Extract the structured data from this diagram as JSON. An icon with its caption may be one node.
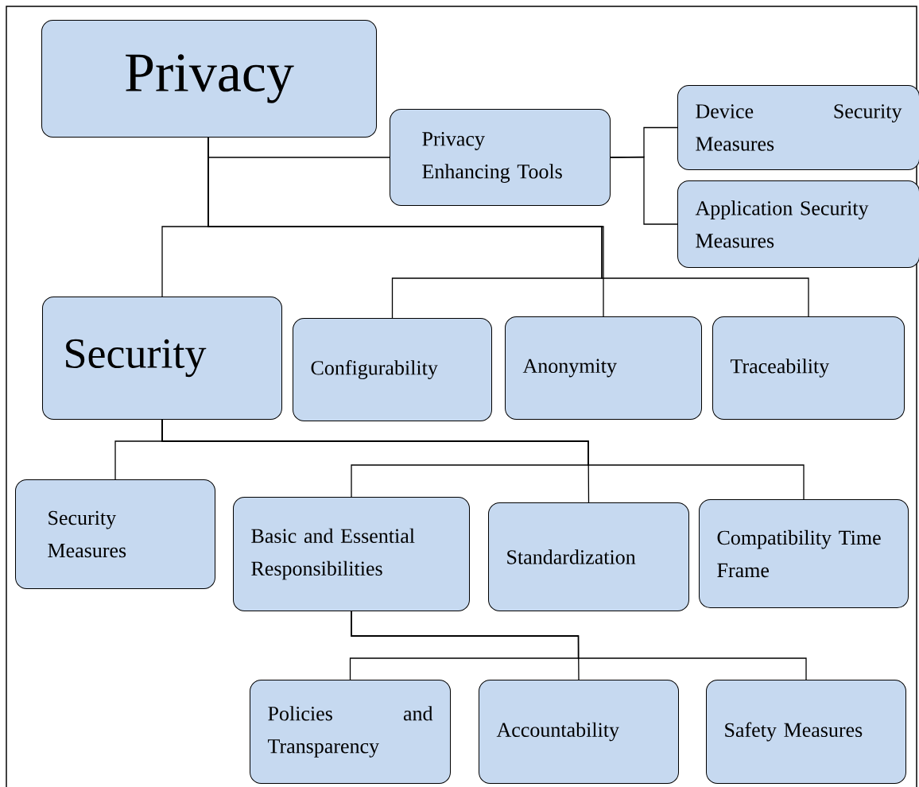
{
  "diagram": {
    "nodes": [
      {
        "text": [
          "Privacy"
        ]
      },
      {
        "text": [
          "Privacy Enhancing Tools"
        ]
      },
      {
        "text": [
          "Device Security Measures"
        ]
      },
      {
        "text": [
          "Application Security Measures"
        ]
      },
      {
        "text": [
          "Security"
        ]
      },
      {
        "text": [
          "Configurability"
        ]
      },
      {
        "text": [
          "Anonymity"
        ]
      },
      {
        "text": [
          "Traceability"
        ]
      },
      {
        "text": [
          "Security Measures"
        ]
      },
      {
        "text": [
          "Basic and Essential Responsibilities"
        ]
      },
      {
        "text": [
          "Standardization"
        ]
      },
      {
        "text": [
          "Compatibility Time Frame"
        ]
      },
      {
        "text": [
          "Policies and Transparency"
        ]
      },
      {
        "text": [
          "Accountability"
        ]
      },
      {
        "text": [
          "Safety Measures"
        ]
      }
    ],
    "edges": [
      {
        "from": 0,
        "to": 1,
        "arrow": "none"
      },
      {
        "from": 0,
        "to": 4,
        "arrow": "none"
      },
      {
        "from": 0,
        "to": 5,
        "arrow": "none"
      },
      {
        "from": 0,
        "to": 6,
        "arrow": "none"
      },
      {
        "from": 0,
        "to": 7,
        "arrow": "none"
      },
      {
        "from": 1,
        "to": 2,
        "arrow": "none"
      },
      {
        "from": 1,
        "to": 3,
        "arrow": "none"
      },
      {
        "from": 4,
        "to": 8,
        "arrow": "none"
      },
      {
        "from": 4,
        "to": 9,
        "arrow": "none"
      },
      {
        "from": 4,
        "to": 10,
        "arrow": "none"
      },
      {
        "from": 4,
        "to": 11,
        "arrow": "none"
      },
      {
        "from": 9,
        "to": 12,
        "arrow": "none"
      },
      {
        "from": 9,
        "to": 13,
        "arrow": "none"
      },
      {
        "from": 9,
        "to": 14,
        "arrow": "none"
      }
    ]
  }
}
